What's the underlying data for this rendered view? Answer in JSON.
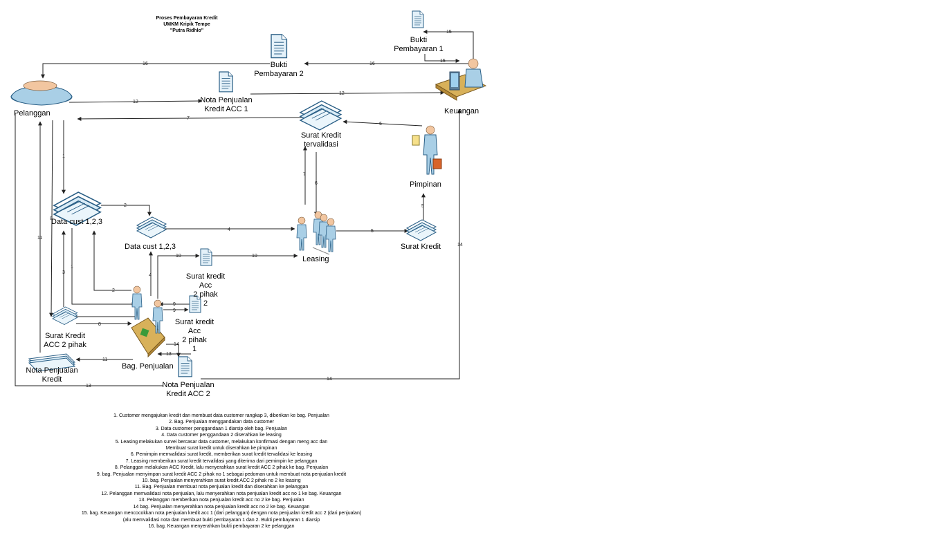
{
  "title": {
    "line1": "Proses Pembayaran Kredit",
    "line2": "UMKM Kripik Tempe",
    "line3": "\"Putra Ridhlo\""
  },
  "actors": {
    "pelanggan": "Pelanggan",
    "keuangan": "Keuangan",
    "pimpinan": "Pimpinan",
    "leasing": "Leasing",
    "bag_penjualan": "Bag. Penjualan"
  },
  "documents": {
    "bukti_1": [
      "Bukti",
      "Pembayaran 1"
    ],
    "bukti_2": [
      "Bukti",
      "Pembayaran 2"
    ],
    "nota_acc1": [
      "Nota Penjualan",
      "Kredit ACC 1"
    ],
    "surat_tervalidasi": [
      "Surat Kredit",
      "tervalidasi"
    ],
    "data_cust_a": [
      "Data cust 1,2,3"
    ],
    "data_cust_b": [
      "Data cust 1,2,3"
    ],
    "surat_kredit": [
      "Surat Kredit"
    ],
    "surat_acc_p2": [
      "Surat kredit",
      "Acc",
      "2 pihak",
      "2"
    ],
    "surat_acc_p1": [
      "Surat kredit",
      "Acc",
      "2 pihak",
      "1"
    ],
    "surat_acc_2pihak": [
      "Surat Kredit",
      "ACC 2 pihak"
    ],
    "nota_kredit": [
      "Nota Penjualan",
      "Kredit"
    ],
    "nota_acc2": [
      "Nota Penjualan",
      "Kredit ACC 2"
    ]
  },
  "step_labels": [
    "1",
    "2",
    "3",
    "4",
    "5",
    "6",
    "7",
    "8",
    "9",
    "10",
    "11",
    "12",
    "13",
    "14",
    "15",
    "16"
  ],
  "steps": [
    "1. Customer mengajukan kredit dan membuat data customer rangkap 3, diberikan ke bag. Penjualan",
    "2. Bag. Penjualan menggandakan data customer",
    "3. Data customer penggandaan 1 diarsip oleh bag. Penjualan",
    "4. Data customer penggandaan 2 diserahkan ke leasing",
    "5. Leasing melakukan survei bercasar data customer, melakukan konfirmasi dengan meng acc dan",
    "Membuat surat kredit untuk diserahkan ke pimpinan",
    "6. Pemimpin memvalidasi surat kredit, memberikan surat kredit tervalidasi ke leasing",
    "7. Leasing memberikan surat kredit tervalidasi yang diterima dari pemimpin ke pelanggan",
    "8. Pelanggan melakukan ACC Kredit, lalu menyerahkan surat kredit ACC 2 pihak ke bag. Penjualan",
    "9. bag. Penjualan menyimpan surat kredit ACC 2 pihak no 1 sebagai pedoman untuk membuat nota penjualan kredit",
    "10. bag. Penjualan menyerahkan surat kredit ACC 2 pihak no 2 ke leasing",
    "11. Bag. Penjualan membuat nota penjualan kredit dan diserahkan ke pelanggan",
    "12. Pelanggan memvalidasi nota penjualan, lalu menyerahkan nota penjualan kredit acc no 1 ke bag. Keuangan",
    "13. Pelanggan memberikan nota penjualan kredit acc no 2 ke bag. Penjualan",
    "14 bag. Penjualan menyerahkan nota penjualan kredit acc no 2 ke bag. Keuangan",
    "15. bag. Keuangan mencocokkan nota penjualan kredit acc 1 (dari pelanggan) dengan nota penjualan kredit acc 2 (dari penjualan)",
    "(alu memvalidasi nota dan membuat bukti pembayaran 1 dan 2. Bukti pembayaran 1 diarsip",
    "16. bag. Keuangan menyerahkan bukti pembayaran 2 ke pelanggan"
  ],
  "colors": {
    "line": "#222222",
    "doc_fill": "#d9ecf7",
    "doc_stroke": "#2a5f86",
    "person_fill": "#a9cfe6",
    "skin": "#f2c6a0",
    "desk": "#d8b15a"
  }
}
